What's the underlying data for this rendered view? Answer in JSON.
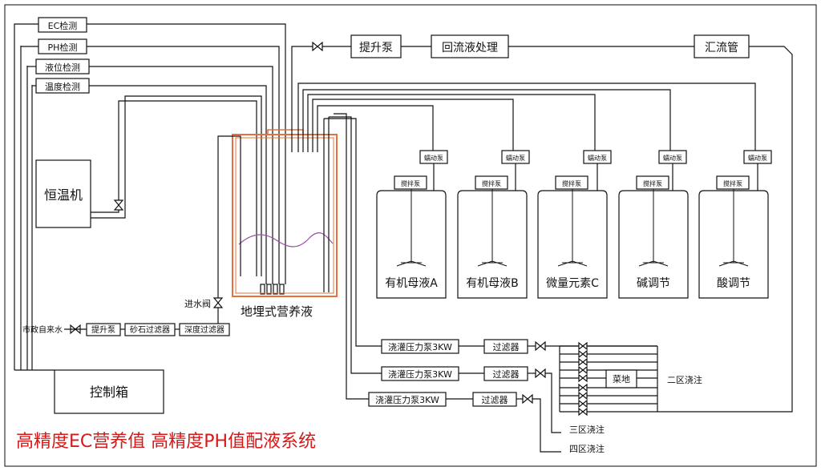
{
  "title": "高精度EC营养值 高精度PH值配液系统",
  "sensors": [
    "EC检测",
    "PH检测",
    "液位检测",
    "温度检测"
  ],
  "thermostat": "恒温机",
  "control_box": "控制箱",
  "tank_label": "地埋式营养液",
  "top_flow": [
    "提升泵",
    "回流液处理",
    "汇流管"
  ],
  "inlet": {
    "source": "市政自来水",
    "steps": [
      "提升泵",
      "砂石过滤器",
      "深度过滤器"
    ],
    "valve": "进水阀"
  },
  "peristaltic_pump": "蠕动泵",
  "mixer": "搅拌泵",
  "dosing_tanks": [
    "有机母液A",
    "有机母液B",
    "微量元素C",
    "碱调节",
    "酸调节"
  ],
  "irrigation": {
    "pump": "浇灌压力泵3KW",
    "filter": "过滤器",
    "field": "菜地",
    "zones": [
      "二区浇注",
      "三区浇注",
      "四区浇注"
    ]
  },
  "colors": {
    "title": "#d11a1a",
    "tank": "#e8703a",
    "wave": "#9b4fa8"
  }
}
